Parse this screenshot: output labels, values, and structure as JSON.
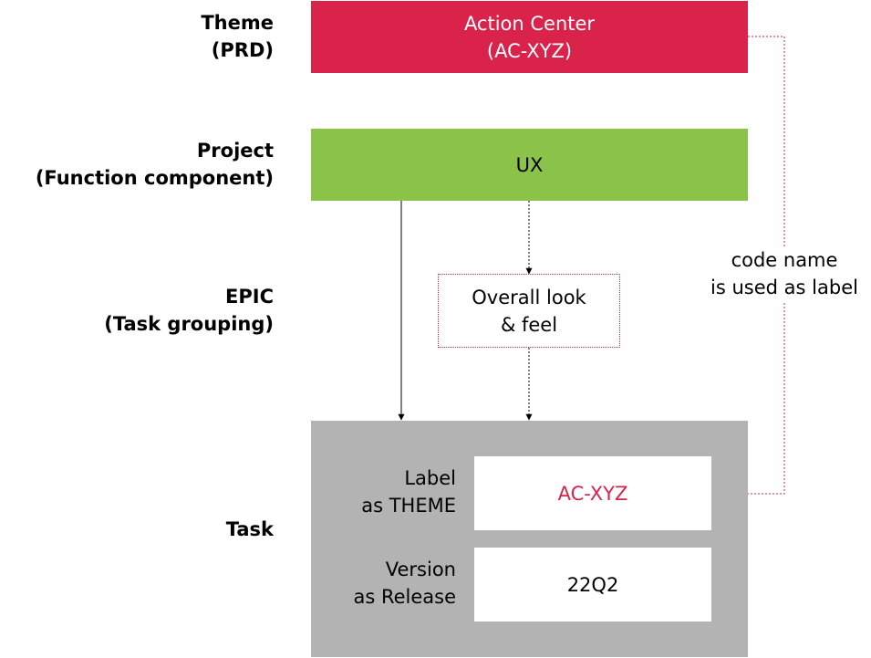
{
  "levels": {
    "theme": {
      "line1": "Theme",
      "line2": "(PRD)"
    },
    "project": {
      "line1": "Project",
      "line2": "(Function component)"
    },
    "epic": {
      "line1": "EPIC",
      "line2": "(Task grouping)"
    },
    "task": {
      "line1": "Task"
    }
  },
  "theme_box": {
    "line1": "Action Center",
    "line2": "(AC-XYZ)"
  },
  "project_box": {
    "label": "UX"
  },
  "epic_box": {
    "line1": "Overall look",
    "line2": "& feel"
  },
  "task_box": {
    "label_field": {
      "name_line1": "Label",
      "name_line2": "as THEME",
      "value": "AC-XYZ"
    },
    "version_field": {
      "name_line1": "Version",
      "name_line2": "as Release",
      "value": "22Q2"
    }
  },
  "annotation": {
    "line1": "code name",
    "line2": "is used as label"
  },
  "colors": {
    "theme": "#d9234b",
    "project": "#8bc34a",
    "task_background": "#b3b3b3",
    "label_value_text": "#d9234b"
  }
}
